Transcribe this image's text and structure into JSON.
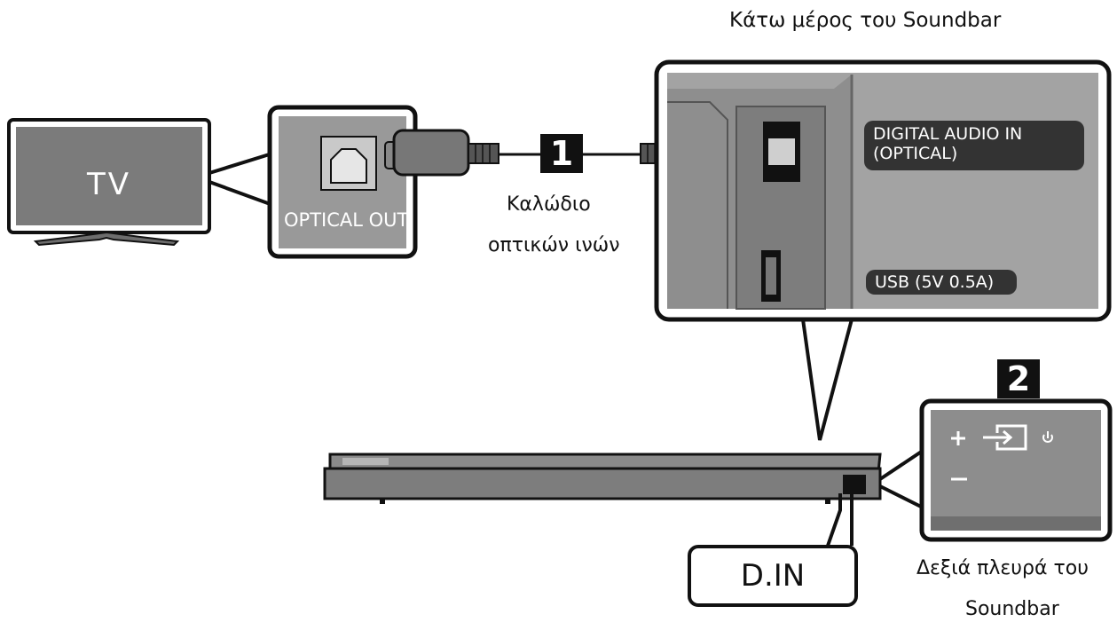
{
  "labels": {
    "bottom_title": "Κάτω μέρος του Soundbar",
    "tv": "TV",
    "optical_out": "OPTICAL OUT",
    "cable_line1": "Καλώδιο",
    "cable_line2": "οπτικών ινών",
    "step1": "1",
    "step2": "2",
    "digital_line1": "DIGITAL AUDIO IN",
    "digital_line2": "(OPTICAL)",
    "usb": "USB (5V 0.5A)",
    "din": "D.IN",
    "right_side_line1": "Δεξιά πλευρά του",
    "right_side_line2": "Soundbar"
  },
  "colors": {
    "ink": "#111111",
    "panel_gray": "#9a9a9a",
    "device_gray": "#7c7c7c",
    "label_pill": "#333333"
  },
  "icons": {
    "input_source": "input-source-icon",
    "power": "power-icon",
    "volume_up": "plus-icon",
    "volume_down": "minus-icon"
  }
}
